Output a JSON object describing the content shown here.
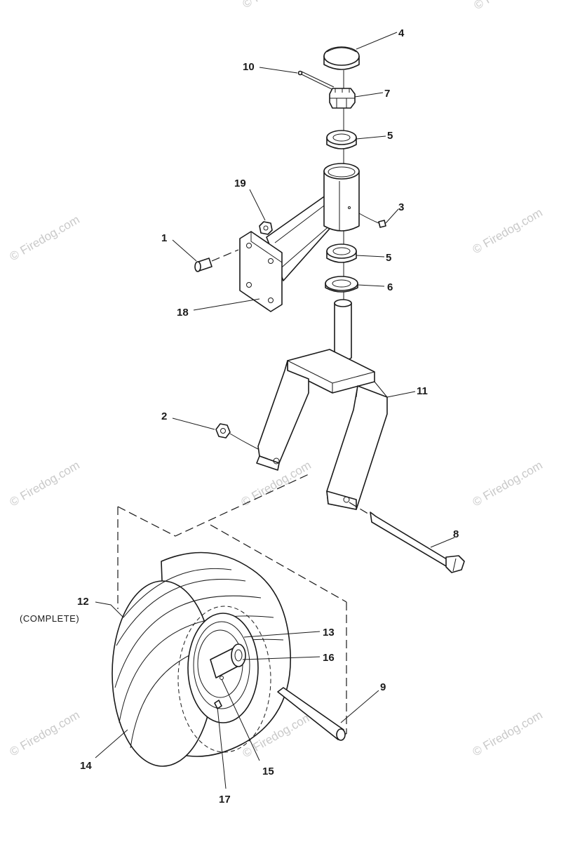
{
  "callouts": {
    "c1": "1",
    "c2": "2",
    "c3": "3",
    "c4": "4",
    "c5a": "5",
    "c5b": "5",
    "c6": "6",
    "c7": "7",
    "c8": "8",
    "c9": "9",
    "c10": "10",
    "c11": "11",
    "c12": "12",
    "c12_note": "(COMPLETE)",
    "c13": "13",
    "c14": "14",
    "c15": "15",
    "c16": "16",
    "c17": "17",
    "c18": "18",
    "c19": "19"
  },
  "watermark": {
    "text": "© Firedog.com",
    "main": "© Firedog.com"
  }
}
